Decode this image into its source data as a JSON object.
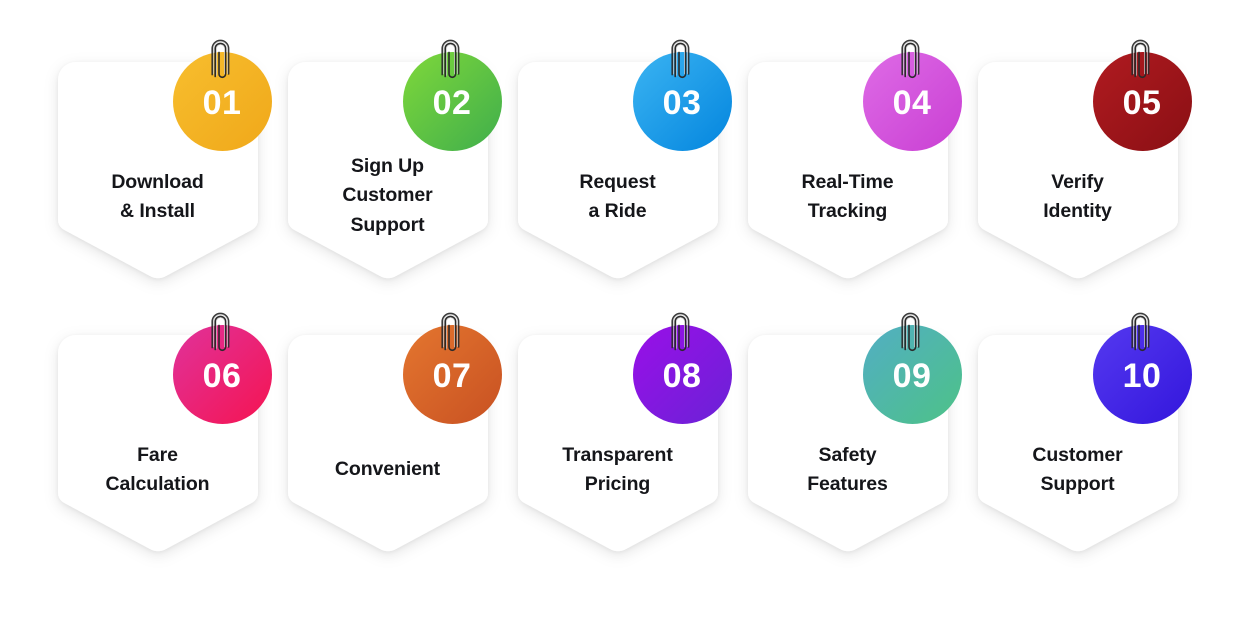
{
  "infographic": {
    "background_color": "#ffffff",
    "card_color": "#ffffff",
    "number_text_color": "#ffffff",
    "label_text_color": "#15161a",
    "rows": 2,
    "columns": 5,
    "steps": [
      {
        "number": "01",
        "label": "Download\n& Install",
        "lines": 2,
        "color": "#F5B223",
        "color_from": "#F7BE2E",
        "color_to": "#F0A81A",
        "icon": "paperclip-icon"
      },
      {
        "number": "02",
        "label": "Sign Up\nCustomer\nSupport",
        "lines": 3,
        "color": "#6CC72B",
        "color_from": "#7FD83A",
        "color_to": "#3FAE4C",
        "icon": "paperclip-icon"
      },
      {
        "number": "03",
        "label": "Request\na Ride",
        "lines": 2,
        "color": "#109CE8",
        "color_from": "#3BB4F2",
        "color_to": "#0385DE",
        "icon": "paperclip-icon"
      },
      {
        "number": "04",
        "label": "Real-Time\nTracking",
        "lines": 2,
        "color": "#D455DE",
        "color_from": "#DE6BE6",
        "color_to": "#C93FD3",
        "icon": "paperclip-icon"
      },
      {
        "number": "05",
        "label": "Verify\nIdentity",
        "lines": 2,
        "color": "#9E1318",
        "color_from": "#B01B20",
        "color_to": "#8A0F14",
        "icon": "paperclip-icon"
      },
      {
        "number": "06",
        "label": "Fare\nCalculation",
        "lines": 2,
        "color": "#EE1E6E",
        "color_from": "#E0329B",
        "color_to": "#F51451",
        "icon": "paperclip-icon"
      },
      {
        "number": "07",
        "label": "Convenient",
        "lines": 1,
        "color": "#D8632A",
        "color_from": "#E4762F",
        "color_to": "#C85122",
        "icon": "paperclip-icon"
      },
      {
        "number": "08",
        "label": "Transparent\nPricing",
        "lines": 2,
        "color": "#8610E8",
        "color_from": "#9A0FE8",
        "color_to": "#6A22D6",
        "icon": "paperclip-icon"
      },
      {
        "number": "09",
        "label": "Safety\nFeatures",
        "lines": 2,
        "color": "#4FB6A6",
        "color_from": "#52AEC4",
        "color_to": "#4DC287",
        "icon": "paperclip-icon"
      },
      {
        "number": "10",
        "label": "Customer\nSupport",
        "lines": 2,
        "color": "#4323E8",
        "color_from": "#5539F0",
        "color_to": "#3316DC",
        "icon": "paperclip-icon"
      }
    ]
  }
}
